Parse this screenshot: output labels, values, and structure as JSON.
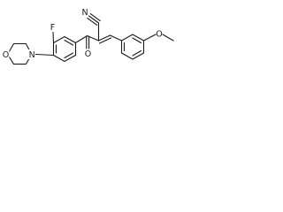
{
  "molecule": {
    "atom_labels": {
      "fluorine": "F",
      "nitrile_nitrogen": "N",
      "ketone_oxygen": "O",
      "morpholine_nitrogen": "N",
      "morpholine_oxygen": "O",
      "methoxy_oxygen": "O"
    },
    "groups": [
      "3-fluoro-4-morpholinophenyl",
      "ketone",
      "nitrile",
      "alkene",
      "3-methoxyphenyl",
      "methyl"
    ]
  }
}
